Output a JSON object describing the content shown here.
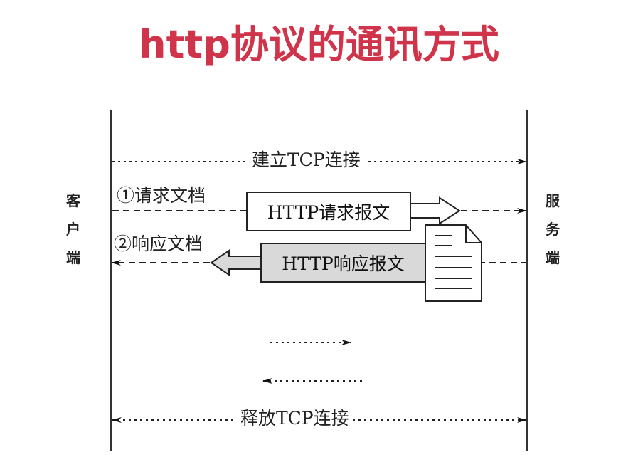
{
  "title": "http协议的通讯方式",
  "client": {
    "label_chars": [
      "客",
      "户",
      "端"
    ]
  },
  "server": {
    "label_chars": [
      "服",
      "务",
      "端"
    ]
  },
  "steps": {
    "establish": "建立TCP连接",
    "request_label": "①请求文档",
    "request_box": "HTTP请求报文",
    "response_label": "②响应文档",
    "response_box": "HTTP响应报文",
    "release": "释放TCP连接"
  },
  "colors": {
    "title": "#d0344a",
    "line": "#222222",
    "response_box_fill": "#d9d9d9"
  }
}
